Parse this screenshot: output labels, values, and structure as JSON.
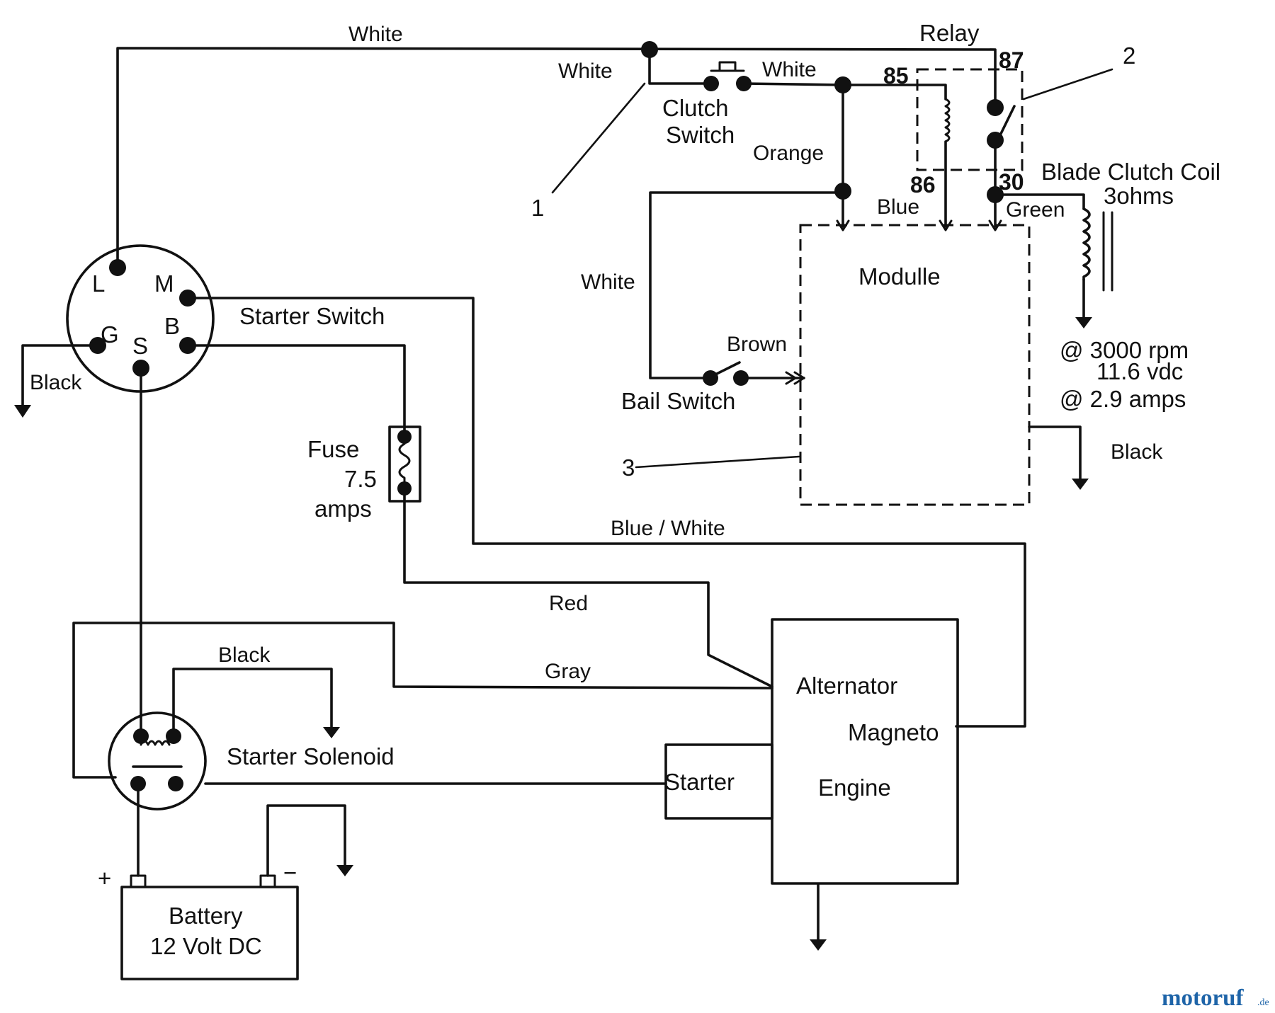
{
  "wires": {
    "white_top": "White",
    "white_left": "White",
    "white_clutch": "White",
    "orange": "Orange",
    "blue": "Blue",
    "green": "Green",
    "white_bail": "White",
    "brown": "Brown",
    "black_starter": "Black",
    "black_module": "Black",
    "blue_white": "Blue / White",
    "red": "Red",
    "gray": "Gray",
    "black_solenoid": "Black"
  },
  "components": {
    "relay": "Relay",
    "clutch_switch": [
      "Clutch",
      "Switch"
    ],
    "blade_clutch_coil": [
      "Blade Clutch Coil",
      "3ohms"
    ],
    "module": "Modulle",
    "bail_switch": "Bail Switch",
    "starter_switch": "Starter Switch",
    "fuse": [
      "Fuse",
      "7.5",
      "amps"
    ],
    "starter_solenoid": "Starter Solenoid",
    "battery": [
      "Battery",
      "12 Volt DC"
    ],
    "alternator": "Alternator",
    "magneto": "Magneto",
    "engine": "Engine",
    "starter": "Starter"
  },
  "relay_pins": {
    "p85": "85",
    "p86": "86",
    "p87": "87",
    "p30": "30"
  },
  "switch_pins": {
    "L": "L",
    "M": "M",
    "G": "G",
    "S": "S",
    "B": "B"
  },
  "battery_terminals": {
    "pos": "+",
    "neg": "−"
  },
  "callouts": {
    "c1": "1",
    "c2": "2",
    "c3": "3"
  },
  "spec": [
    "@ 3000 rpm",
    "11.6 vdc",
    "@ 2.9 amps"
  ],
  "watermark": {
    "main": "motoruf",
    "sub": ".de"
  }
}
